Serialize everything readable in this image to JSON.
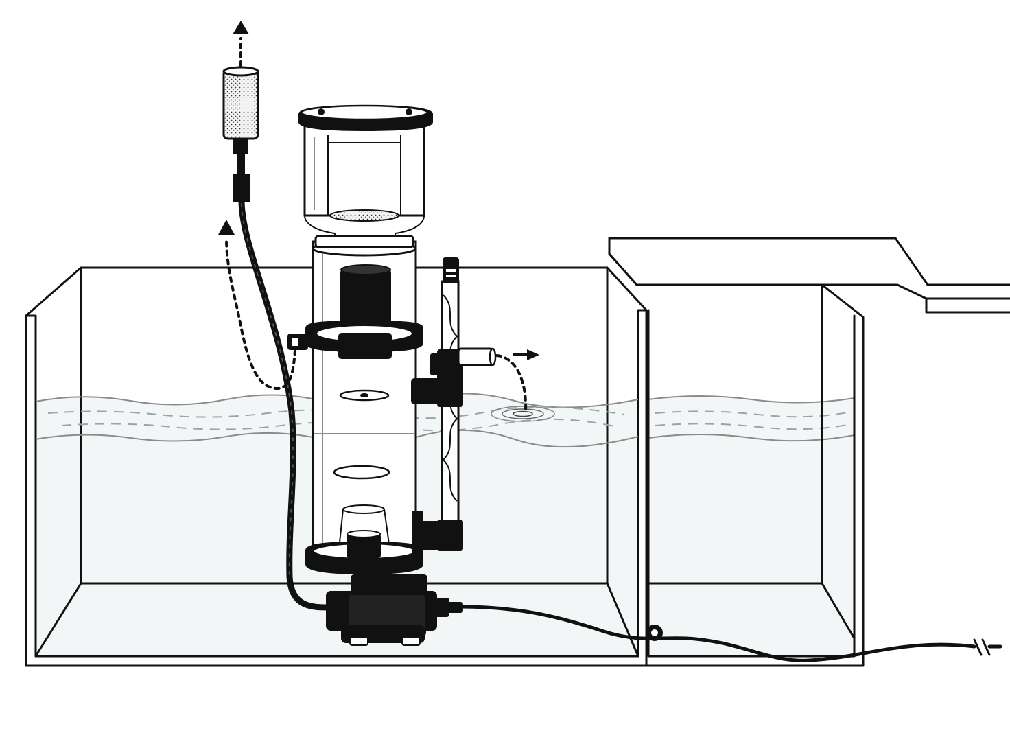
{
  "diagram": {
    "components": [
      {
        "name": "sump-tank"
      },
      {
        "name": "overflow-box"
      },
      {
        "name": "protein-skimmer"
      },
      {
        "name": "collection-cup"
      },
      {
        "name": "reaction-chamber"
      },
      {
        "name": "air-silencer"
      },
      {
        "name": "air-intake-hose"
      },
      {
        "name": "outlet-standpipe"
      },
      {
        "name": "water-outlet"
      },
      {
        "name": "needle-wheel-pump"
      },
      {
        "name": "power-cord"
      }
    ],
    "arrows": [
      {
        "name": "air-intake-arrow",
        "direction": "up"
      },
      {
        "name": "bubble-flow-arrow",
        "direction": "up"
      },
      {
        "name": "outlet-flow-arrow",
        "direction": "right"
      }
    ],
    "colors": {
      "line": "#111111",
      "background": "#ffffff",
      "water": "#f3f6f7"
    }
  }
}
